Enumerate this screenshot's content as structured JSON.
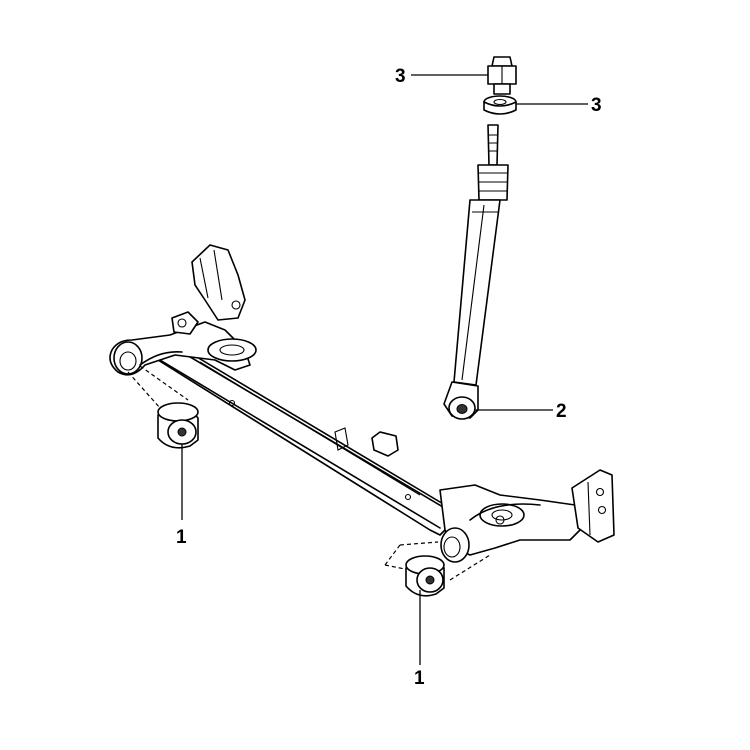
{
  "diagram": {
    "callouts": {
      "bushing_left": "1",
      "bushing_right": "1",
      "shock_absorber": "2",
      "upper_nut": "3",
      "upper_washer": "3"
    }
  }
}
